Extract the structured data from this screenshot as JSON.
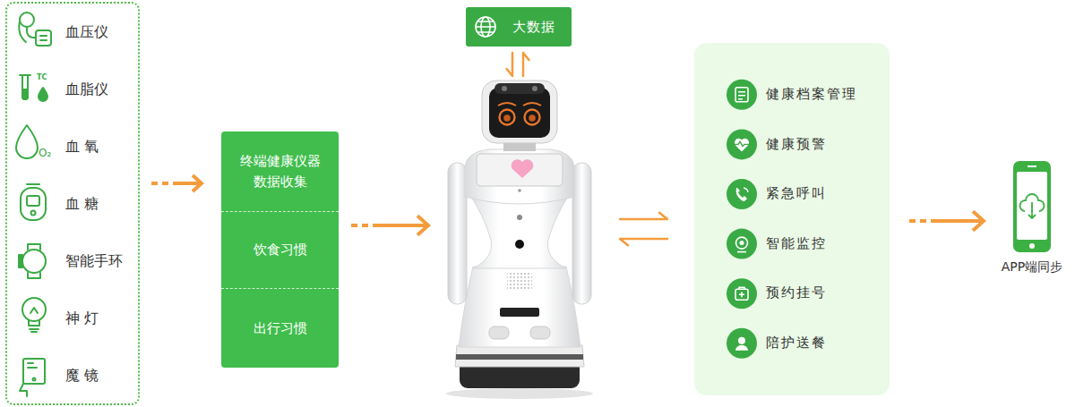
{
  "diagram": {
    "nodes": [
      {
        "text": [
          "血压仪",
          "血脂仪",
          "血 氧",
          "血 糖",
          "智能手环",
          "神 灯",
          "魔 镜"
        ]
      },
      {
        "text": [
          "终端健康仪器 数据收集",
          "饮食习惯",
          "出行习惯"
        ]
      },
      {
        "text": [
          "大数据"
        ]
      },
      {
        "text": []
      },
      {
        "text": [
          "健康档案管理",
          "健康预警",
          "紧急呼叫",
          "智能监控",
          "预约挂号",
          "陪护送餐"
        ]
      },
      {
        "text": [
          "APP端同步"
        ]
      }
    ],
    "edges": [
      {
        "from": 0,
        "to": 1,
        "arrow": "to"
      },
      {
        "from": 1,
        "to": 3,
        "arrow": "to"
      },
      {
        "from": 2,
        "to": 3,
        "arrow": "both"
      },
      {
        "from": 3,
        "to": 4,
        "arrow": "both"
      },
      {
        "from": 4,
        "to": 5,
        "arrow": "to"
      }
    ],
    "labels": [
      "TC",
      "O₂"
    ]
  }
}
